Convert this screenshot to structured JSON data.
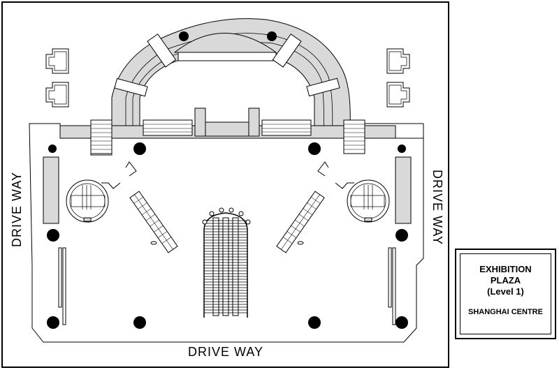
{
  "title_block": {
    "line1": "EXHIBITION",
    "line2": "PLAZA",
    "line3": "(Level 1)",
    "line4": "SHANGHAI CENTRE"
  },
  "drive_way_labels": {
    "bottom": "DRIVE WAY",
    "left": "DRIVE WAY",
    "right": "DRIVE WAY"
  },
  "colors": {
    "fill": "#d9d9d9",
    "stroke": "#000000",
    "background": "#ffffff"
  }
}
